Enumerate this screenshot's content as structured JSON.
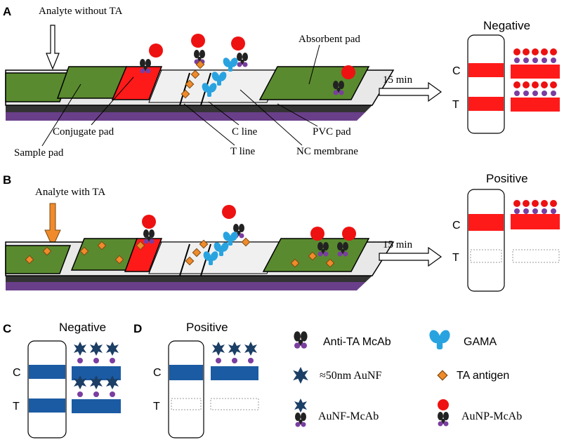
{
  "panels": {
    "A": {
      "letter": "A",
      "arrow_text": "Analyte without TA",
      "absorbent": "Absorbent pad",
      "time": "15 min",
      "result": "Negative",
      "conjugate": "Conjugate pad",
      "sample": "Sample pad",
      "c_line": "C line",
      "t_line": "T line",
      "pvc": "PVC pad",
      "nc": "NC membrane"
    },
    "B": {
      "letter": "B",
      "arrow_text": "Analyte with TA",
      "time": "15 min",
      "result": "Positive"
    },
    "C": {
      "letter": "C",
      "result": "Negative"
    },
    "D": {
      "letter": "D",
      "result": "Positive"
    }
  },
  "strip_labels": {
    "c": "C",
    "t": "T"
  },
  "legend": {
    "anti_ta": "Anti-TA McAb",
    "gama": "GAMA",
    "aunf": "≈50nm AuNF",
    "ta_antigen": "TA antigen",
    "aunf_mcab": "AuNF-McAb",
    "aunp_mcab": "AuNP-McAb"
  },
  "colors": {
    "pad_green": "#5a8a2f",
    "conjugate_red": "#ff1a1a",
    "gold": "#ee1111",
    "blue": "#1b5ba3",
    "cyan": "#29a3e0",
    "purple": "#7a3ea0",
    "orange": "#f08a2b",
    "navy": "#1c3f66"
  }
}
